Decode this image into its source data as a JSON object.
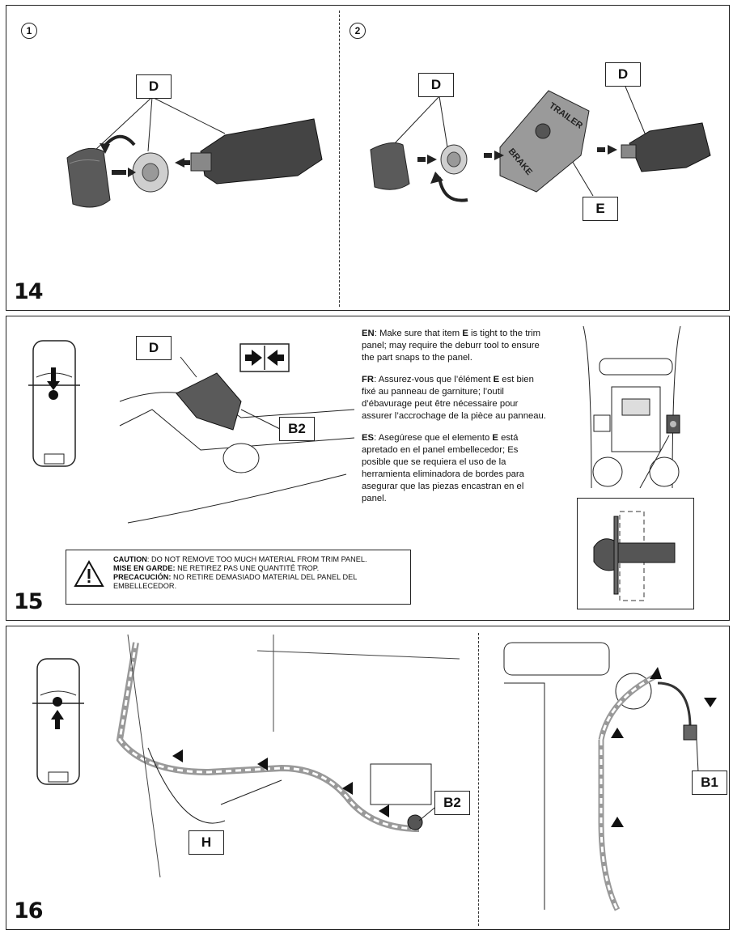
{
  "steps": {
    "step14": {
      "number": "14",
      "sub1": "1",
      "sub2": "2",
      "callout_d_1": "D",
      "callout_d_2": "D",
      "callout_d_3": "D",
      "callout_e": "E",
      "plate_text_1": "TRAILER",
      "plate_text_2": "BRAKE"
    },
    "step15": {
      "number": "15",
      "callout_d": "D",
      "callout_b2": "B2",
      "en_label": "EN",
      "en_text_1": ": Make sure that item ",
      "en_item": "E",
      "en_text_2": " is tight to the trim panel; may require the deburr tool to ensure the part snaps to the panel.",
      "fr_label": "FR",
      "fr_text_1": ": Assurez-vous que l’élément ",
      "fr_item": "E",
      "fr_text_2": " est bien fixé au panneau de garniture; l’outil d’ébavurage peut être nécessaire pour assurer l’accrochage de la pièce au panneau.",
      "es_label": "ES",
      "es_text_1": ": Asegúrese que el elemento ",
      "es_item": "E",
      "es_text_2": " está apretado en el panel embellecedor; Es posible que se requiera el uso de la herramienta eliminadora de bordes para asegurar que las piezas encastran en el panel.",
      "caution": {
        "en_label": "CAUTION",
        "en_text": ": DO NOT REMOVE TOO MUCH MATERIAL FROM TRIM PANEL.",
        "fr_label": "MISE EN GARDE:",
        "fr_text": " NE RETIREZ PAS UNE QUANTITÉ TROP.",
        "es_label": "PRECACUCIÓN:",
        "es_text": " NO RETIRE DEMASIADO MATERIAL DEL PANEL DEL EMBELLECEDOR."
      }
    },
    "step16": {
      "number": "16",
      "callout_b2": "B2",
      "callout_h": "H",
      "callout_b1": "B1"
    }
  },
  "icons": [
    "circular-arrow-icon",
    "double-arrow-icon",
    "push-together-icon",
    "warning-triangle-icon",
    "vehicle-top-view-icon"
  ]
}
